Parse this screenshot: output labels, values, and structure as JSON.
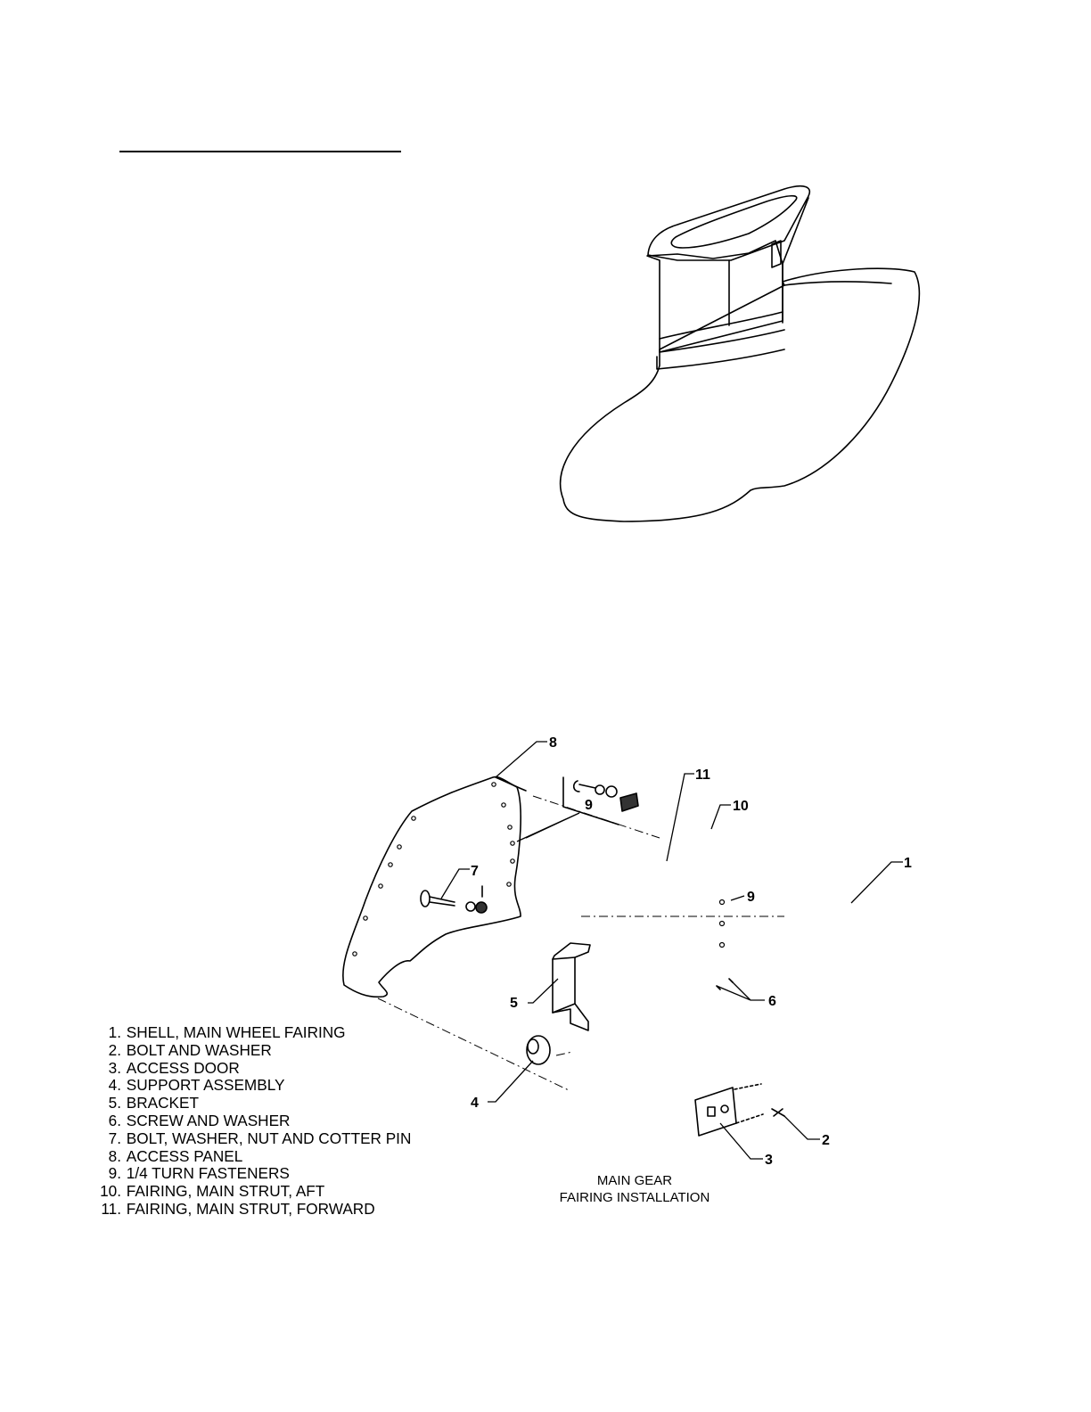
{
  "figure": {
    "caption_line1": "MAIN GEAR",
    "caption_line2": "FAIRING INSTALLATION",
    "callouts": [
      "1",
      "2",
      "3",
      "4",
      "5",
      "6",
      "7",
      "8",
      "9",
      "9",
      "10",
      "11"
    ]
  },
  "legend": [
    {
      "num": "1.",
      "text": "SHELL, MAIN WHEEL FAIRING"
    },
    {
      "num": "2.",
      "text": "BOLT AND WASHER"
    },
    {
      "num": "3.",
      "text": "ACCESS DOOR"
    },
    {
      "num": "4.",
      "text": "SUPPORT ASSEMBLY"
    },
    {
      "num": "5.",
      "text": "BRACKET"
    },
    {
      "num": "6.",
      "text": "SCREW AND WASHER"
    },
    {
      "num": "7.",
      "text": "BOLT, WASHER, NUT AND COTTER PIN"
    },
    {
      "num": "8.",
      "text": "ACCESS PANEL"
    },
    {
      "num": "9.",
      "text": "1/4 TURN FASTENERS"
    },
    {
      "num": "10.",
      "text": "FAIRING, MAIN STRUT, AFT"
    },
    {
      "num": "11.",
      "text": "FAIRING, MAIN STRUT, FORWARD"
    }
  ]
}
